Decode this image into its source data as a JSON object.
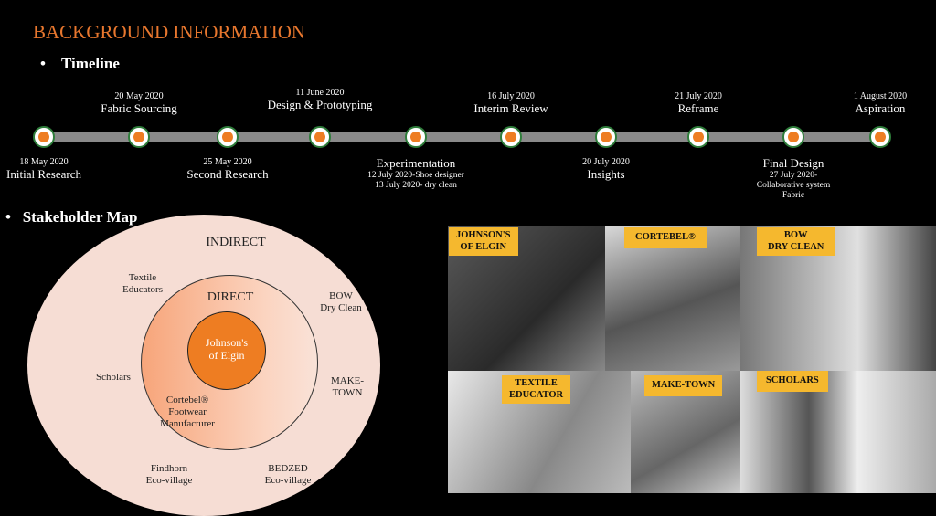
{
  "title": "BACKGROUND INFORMATION",
  "timeline_heading": "Timeline",
  "stakeholder_heading": "Stakeholder Map",
  "bullet": "•",
  "timeline": [
    {
      "date": "18 May 2020",
      "title": "Initial Research",
      "pos": "below"
    },
    {
      "date": "20 May 2020",
      "title": "Fabric Sourcing",
      "pos": "above"
    },
    {
      "date": "25 May 2020",
      "title": "Second Research",
      "pos": "below"
    },
    {
      "date": "11 June 2020",
      "title": "Design & Prototyping",
      "pos": "above"
    },
    {
      "title": "Experimentation",
      "sub1": "12 July 2020-Shoe designer",
      "sub2": "13 July 2020- dry clean",
      "pos": "below"
    },
    {
      "date": "16 July 2020",
      "title": "Interim Review",
      "pos": "above"
    },
    {
      "date": "20 July 2020",
      "title": "Insights",
      "pos": "below"
    },
    {
      "date": "21 July 2020",
      "title": "Reframe",
      "pos": "above"
    },
    {
      "title": "Final Design",
      "sub1": "27 July 2020-",
      "sub2": "Collaborative system",
      "sub3": "Fabric",
      "pos": "below"
    },
    {
      "date": "1 August 2020",
      "title": "Aspiration",
      "pos": "above"
    }
  ],
  "map": {
    "indirect": "INDIRECT",
    "direct": "DIRECT",
    "center1": "Johnson's",
    "center2": "of Elgin",
    "textile1": "Textile",
    "textile2": "Educators",
    "bow1": "BOW",
    "bow2": "Dry Clean",
    "scholars": "Scholars",
    "make1": "MAKE-",
    "make2": "TOWN",
    "cort1": "Cortebel®",
    "cort2": "Footwear",
    "cort3": "Manufacturer",
    "find1": "Findhorn",
    "find2": "Eco-village",
    "bed1": "BEDZED",
    "bed2": "Eco-village"
  },
  "photos": {
    "johnsons1": "JOHNSON'S",
    "johnsons2": "OF ELGIN",
    "cortebel": "CORTEBEL®",
    "bow1": "BOW",
    "bow2": "DRY CLEAN",
    "textile1": "TEXTILE",
    "textile2": "EDUCATOR",
    "maketown": "MAKE-TOWN",
    "scholars": "SCHOLARS"
  }
}
